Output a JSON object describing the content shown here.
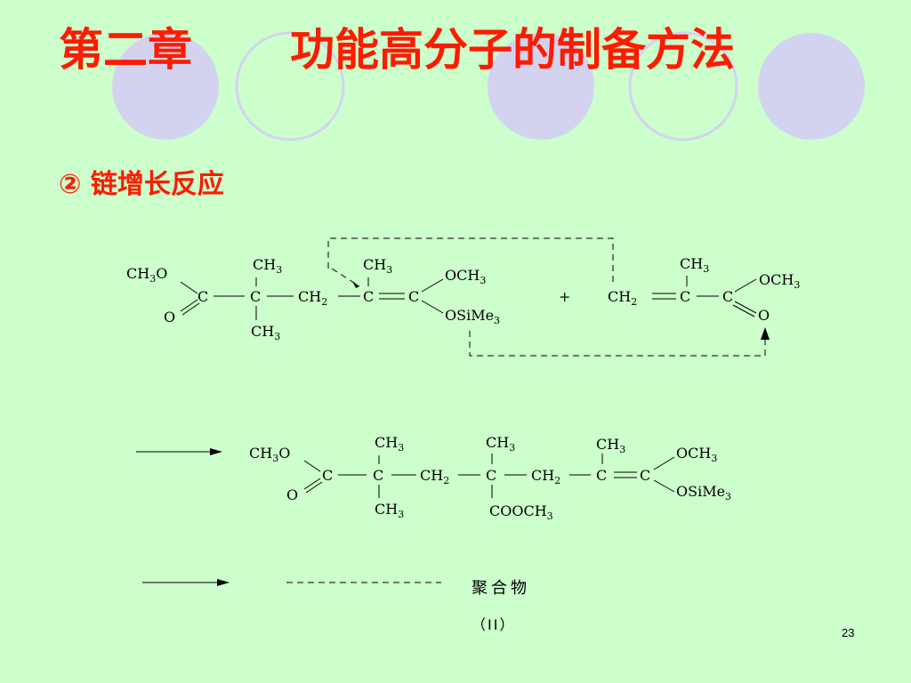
{
  "slide": {
    "title_part1": "第二章",
    "title_part2": "功能高分子的制备方法",
    "subtitle": "② 链增长反应",
    "page_number": "23"
  },
  "reaction": {
    "plus": "+",
    "product_label": "聚合物",
    "product_index": "（II）"
  },
  "atoms": {
    "C": "C",
    "O": "O",
    "CH": "CH",
    "OCH": "OCH",
    "OSiMe": "OSiMe",
    "COOCH": "COOCH",
    "sub2": "2",
    "sub3": "3"
  },
  "colors": {
    "background": "#ccffcc",
    "title": "#ff1a00",
    "circle": "#d3d3f0"
  }
}
